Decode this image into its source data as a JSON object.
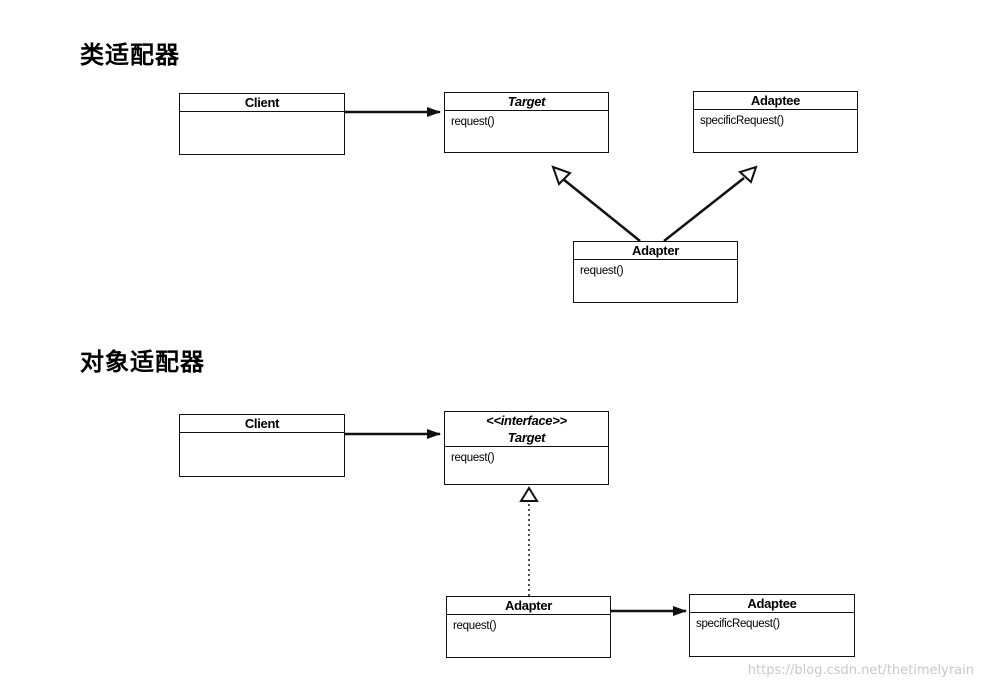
{
  "sections": [
    {
      "title": "类适配器",
      "classes": {
        "client": {
          "name": "Client",
          "operations": []
        },
        "target": {
          "name": "Target",
          "operations": [
            "request()"
          ]
        },
        "adaptee": {
          "name": "Adaptee",
          "operations": [
            "specificRequest()"
          ]
        },
        "adapter": {
          "name": "Adapter",
          "operations": [
            "request()"
          ]
        }
      }
    },
    {
      "title": "对象适配器",
      "classes": {
        "client": {
          "name": "Client",
          "operations": []
        },
        "target": {
          "stereotype": "<<interface>>",
          "name": "Target",
          "operations": [
            "request()"
          ]
        },
        "adapter": {
          "name": "Adapter",
          "operations": [
            "request()"
          ]
        },
        "adaptee": {
          "name": "Adaptee",
          "operations": [
            "specificRequest()"
          ]
        }
      }
    }
  ],
  "watermark": "https://blog.csdn.net/thetimelyrain"
}
